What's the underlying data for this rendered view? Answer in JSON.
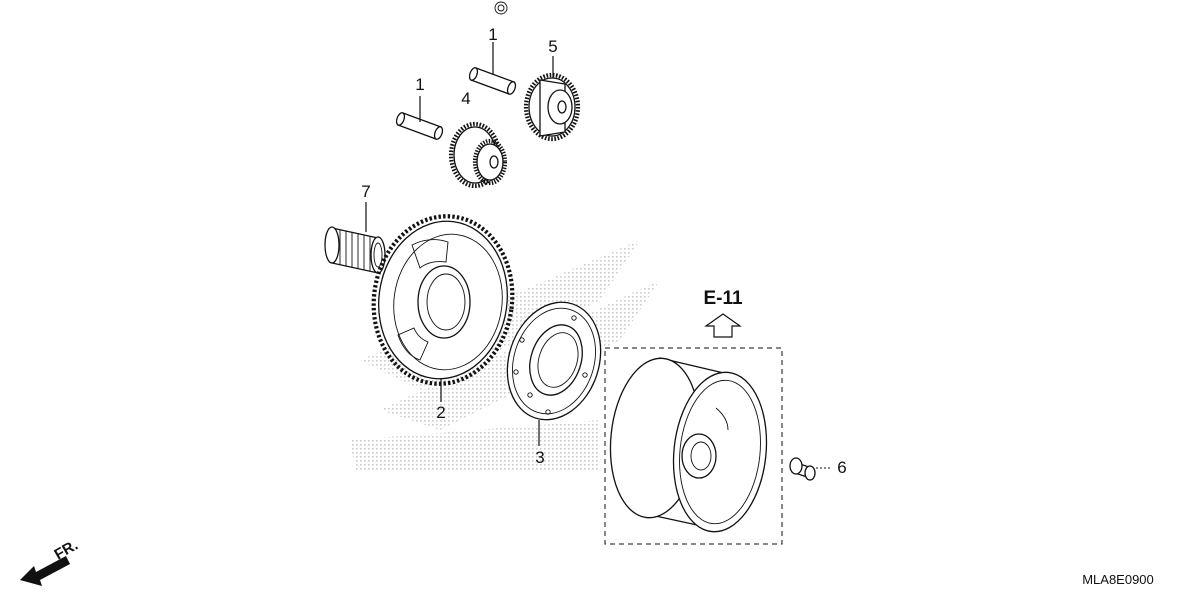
{
  "callouts": {
    "p1a": "1",
    "p1b": "1",
    "p2": "2",
    "p3": "3",
    "p4": "4",
    "p5": "5",
    "p6": "6",
    "p7": "7"
  },
  "reference": {
    "label": "E-11",
    "arrow_icon": "up-arrow-icon"
  },
  "front_indicator": {
    "label": "FR.",
    "arrow_icon": "down-left-arrow-icon"
  },
  "diagram_code": "MLA8E0900",
  "colors": {
    "line": "#111111",
    "watermark": "#c8c8c8",
    "background": "#ffffff"
  }
}
